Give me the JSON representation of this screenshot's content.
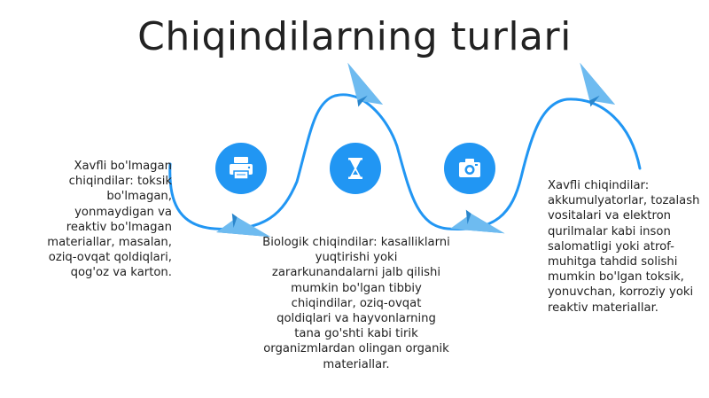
{
  "title": "Chiqindilarning turlari",
  "accent_color": "#2196F3",
  "plane_color": "#5AAEEA",
  "steps": [
    {
      "icon": "printer-icon",
      "text": "Xavfli bo'lmagan chiqindilar: toksik bo'lmagan, yonmaydigan va reaktiv bo'lmagan materiallar, masalan, oziq-ovqat qoldiqlari, qog'oz va karton."
    },
    {
      "icon": "hourglass-icon",
      "text": "Biologik chiqindilar: kasalliklarni yuqtirishi yoki zararkunandalarni jalb qilishi mumkin bo'lgan tibbiy chiqindilar, oziq-ovqat qoldiqlari va hayvonlarning tana go'shti kabi tirik organizmlardan olingan organik materiallar."
    },
    {
      "icon": "camera-icon",
      "text": "Xavfli chiqindilar: akkumulyatorlar, tozalash vositalari va elektron qurilmalar kabi inson salomatligi yoki atrof-muhitga tahdid solishi mumkin bo'lgan toksik, yonuvchan, korroziy yoki reaktiv materiallar."
    }
  ]
}
